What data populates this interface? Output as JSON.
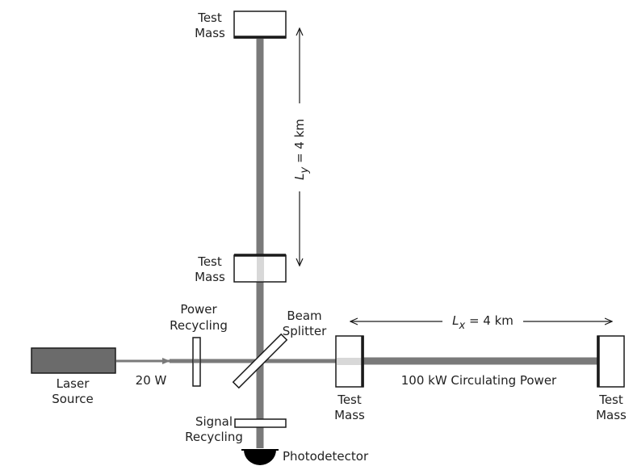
{
  "labels": {
    "test_mass_y_end_1": "Test",
    "test_mass_y_end_2": "Mass",
    "test_mass_y_input_1": "Test",
    "test_mass_y_input_2": "Mass",
    "power_recycling_1": "Power",
    "power_recycling_2": "Recycling",
    "beam_splitter_1": "Beam",
    "beam_splitter_2": "Splitter",
    "laser_source_1": "Laser",
    "laser_source_2": "Source",
    "laser_power": "20 W",
    "test_mass_x_input_1": "Test",
    "test_mass_x_input_2": "Mass",
    "circulating_power": "100 kW Circulating Power",
    "test_mass_x_end_1": "Test",
    "test_mass_x_end_2": "Mass",
    "signal_recycling_1": "Signal",
    "signal_recycling_2": "Recycling",
    "photodetector": "Photodetector",
    "ly_symbol": "L",
    "ly_subscript": "y",
    "ly_value": " = 4 km",
    "lx_symbol": "L",
    "lx_subscript": "x",
    "lx_value": " = 4 km"
  },
  "colors": {
    "beam": "#7a7a7a",
    "laser_fill": "#6b6b6b",
    "stroke": "#1a1a1a",
    "cavity_overlay": "#d8d8d8"
  }
}
